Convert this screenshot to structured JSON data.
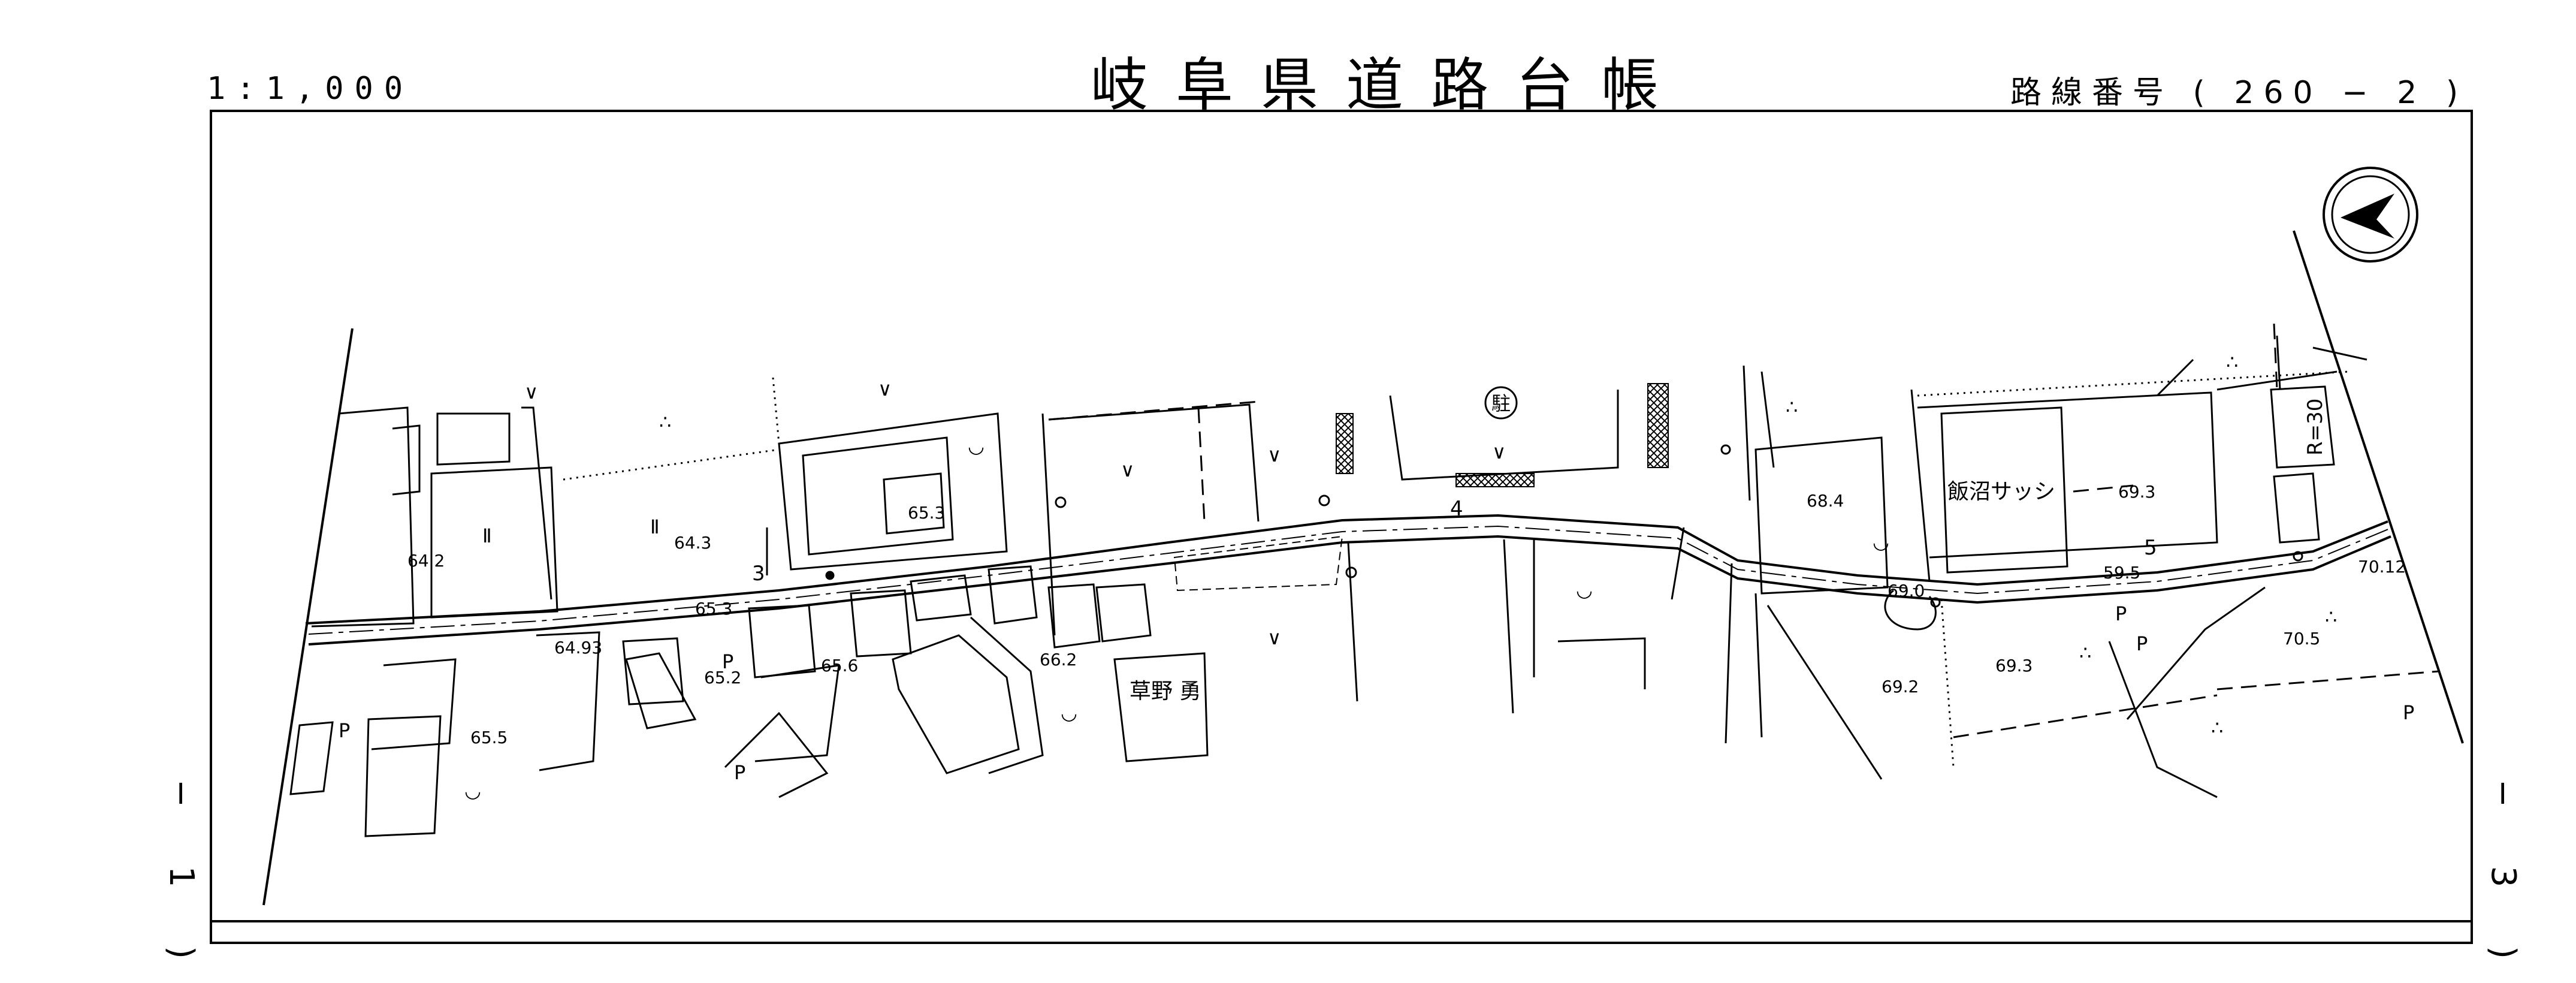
{
  "header": {
    "scale": "1:1,000",
    "title": "岐阜県道路台帳",
    "route_label": "路線番号",
    "route_number": "( 260 − 2 )"
  },
  "sheet_markers": {
    "left": "− 1 )",
    "right": "− 3 )"
  },
  "map": {
    "north_arrow": "north-arrow-icon",
    "parking_symbol": "駐",
    "radius_label": "R=30",
    "owner_labels": [
      "飯沼サッシ",
      "草野 勇"
    ],
    "station_numbers": [
      "3",
      "4",
      "5"
    ],
    "elevations": [
      "64.2",
      "64.3",
      "65.3",
      "64.93",
      "65.2",
      "65.5",
      "65.6",
      "65.3",
      "66.2",
      "68.4",
      "69.0",
      "69.2",
      "69.3",
      "69.3",
      "59.5",
      "70.12",
      "70.5"
    ],
    "land_use_symbols": {
      "field": "∨",
      "grass": "∴",
      "paddy": "Ⅱ",
      "residential": "P",
      "orchard": "◡"
    },
    "colors": {
      "ink": "#000000",
      "paper": "#ffffff"
    }
  }
}
